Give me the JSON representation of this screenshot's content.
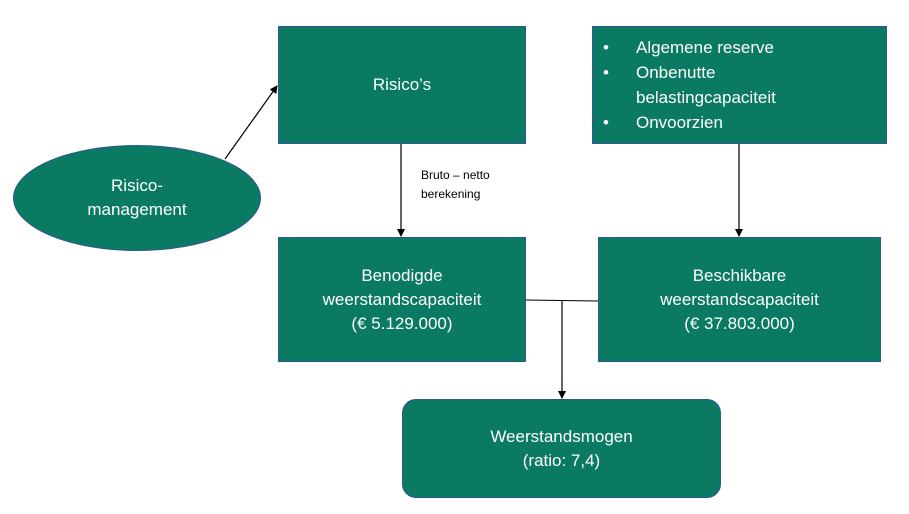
{
  "diagram": {
    "nodes": {
      "risicomanagement": {
        "lines": [
          "Risico-",
          "management"
        ]
      },
      "risicos": {
        "lines": [
          "Risico’s"
        ]
      },
      "bronnen": {
        "bullet_glyph": "•",
        "items": [
          "Algemene reserve",
          "Onbenutte belastingcapaciteit",
          "Onvoorzien"
        ]
      },
      "benodigd": {
        "lines": [
          "Benodigde",
          "weerstandscapaciteit",
          "(€ 5.129.000)"
        ]
      },
      "beschikbaar": {
        "lines": [
          "Beschikbare",
          "weerstandscapaciteit",
          "(€ 37.803.000)"
        ]
      },
      "ratio": {
        "lines": [
          "Weerstandsmogen",
          "(ratio: 7,4)"
        ]
      }
    },
    "edge_labels": {
      "bruto_netto": [
        "Bruto – netto",
        "berekening"
      ]
    },
    "colors": {
      "node_fill": "#0a7a62",
      "node_border": "#2f5597",
      "node_text": "#ffffff",
      "connector": "#000000"
    }
  }
}
